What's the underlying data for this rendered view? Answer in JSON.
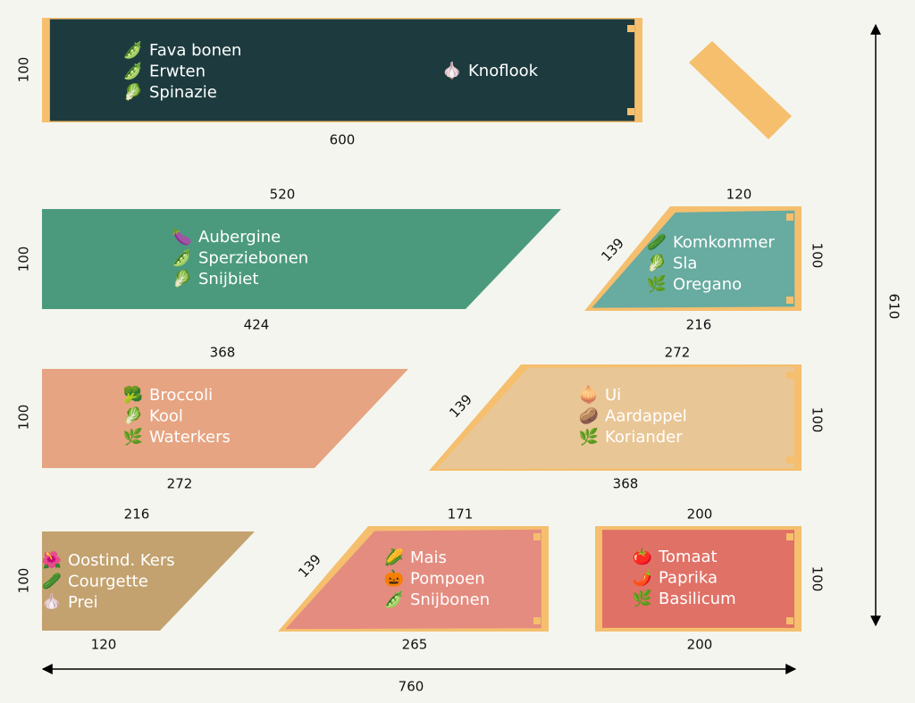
{
  "colors": {
    "background": "#f4f5ef",
    "frame": "#f5bf6e",
    "text": "#ffffff",
    "dimension": "#111111"
  },
  "beds": [
    {
      "id": "bed-1",
      "fill": "#1d3b3f",
      "framed": true,
      "dims": {
        "top": "",
        "bottom": "600",
        "left": "100",
        "right": "",
        "slope": ""
      },
      "groups": [
        {
          "plants": [
            {
              "icon": "peas-icon",
              "emoji": "🫛",
              "name": "Fava bonen"
            },
            {
              "icon": "peas-icon",
              "emoji": "🫛",
              "name": "Erwten"
            },
            {
              "icon": "leafy-green-icon",
              "emoji": "🥬",
              "name": "Spinazie"
            }
          ]
        },
        {
          "plants": [
            {
              "icon": "garlic-icon",
              "emoji": "🧄",
              "name": "Knoflook"
            }
          ]
        }
      ]
    },
    {
      "id": "bed-2",
      "fill": "#4b9a7e",
      "framed": false,
      "dims": {
        "top": "520",
        "bottom": "424",
        "left": "100",
        "right": "",
        "slope": ""
      },
      "groups": [
        {
          "plants": [
            {
              "icon": "eggplant-icon",
              "emoji": "🍆",
              "name": "Aubergine"
            },
            {
              "icon": "peas-icon",
              "emoji": "🫛",
              "name": "Sperziebonen"
            },
            {
              "icon": "leafy-green-icon",
              "emoji": "🥬",
              "name": "Snijbiet"
            }
          ]
        }
      ]
    },
    {
      "id": "bed-3",
      "fill": "#68aba0",
      "framed": true,
      "dims": {
        "top": "120",
        "bottom": "216",
        "left": "",
        "right": "100",
        "slope": "139"
      },
      "groups": [
        {
          "plants": [
            {
              "icon": "cucumber-icon",
              "emoji": "🥒",
              "name": "Komkommer"
            },
            {
              "icon": "leafy-green-icon",
              "emoji": "🥬",
              "name": "Sla"
            },
            {
              "icon": "herb-icon",
              "emoji": "🌿",
              "name": "Oregano"
            }
          ]
        }
      ]
    },
    {
      "id": "bed-4",
      "fill": "#e6a482",
      "framed": false,
      "dims": {
        "top": "368",
        "bottom": "272",
        "left": "100",
        "right": "",
        "slope": ""
      },
      "groups": [
        {
          "plants": [
            {
              "icon": "broccoli-icon",
              "emoji": "🥦",
              "name": "Broccoli"
            },
            {
              "icon": "leafy-green-icon",
              "emoji": "🥬",
              "name": "Kool"
            },
            {
              "icon": "herb-icon",
              "emoji": "🌿",
              "name": "Waterkers"
            }
          ]
        }
      ]
    },
    {
      "id": "bed-5",
      "fill": "#e9c696",
      "framed": true,
      "dims": {
        "top": "272",
        "bottom": "368",
        "left": "",
        "right": "100",
        "slope": "139"
      },
      "groups": [
        {
          "plants": [
            {
              "icon": "onion-icon",
              "emoji": "🧅",
              "name": "Ui"
            },
            {
              "icon": "potato-icon",
              "emoji": "🥔",
              "name": "Aardappel"
            },
            {
              "icon": "herb-icon",
              "emoji": "🌿",
              "name": "Koriander"
            }
          ]
        }
      ]
    },
    {
      "id": "bed-6",
      "fill": "#c3a26f",
      "framed": false,
      "dims": {
        "top": "216",
        "bottom": "120",
        "left": "100",
        "right": "",
        "slope": ""
      },
      "groups": [
        {
          "plants": [
            {
              "icon": "hibiscus-icon",
              "emoji": "🌺",
              "name": "Oostind. Kers"
            },
            {
              "icon": "zucchini-icon",
              "emoji": "🥒",
              "name": "Courgette"
            },
            {
              "icon": "leek-icon",
              "emoji": "🧄",
              "name": "Prei"
            }
          ]
        }
      ]
    },
    {
      "id": "bed-7",
      "fill": "#e48c80",
      "framed": true,
      "dims": {
        "top": "171",
        "bottom": "265",
        "left": "",
        "right": "",
        "slope": "139"
      },
      "groups": [
        {
          "plants": [
            {
              "icon": "corn-icon",
              "emoji": "🌽",
              "name": "Mais"
            },
            {
              "icon": "pumpkin-icon",
              "emoji": "🎃",
              "name": "Pompoen"
            },
            {
              "icon": "peas-icon",
              "emoji": "🫛",
              "name": "Snijbonen"
            }
          ]
        }
      ]
    },
    {
      "id": "bed-8",
      "fill": "#e07166",
      "framed": true,
      "dims": {
        "top": "200",
        "bottom": "200",
        "left": "",
        "right": "100",
        "slope": ""
      },
      "groups": [
        {
          "plants": [
            {
              "icon": "tomato-icon",
              "emoji": "🍅",
              "name": "Tomaat"
            },
            {
              "icon": "chili-icon",
              "emoji": "🌶️",
              "name": "Paprika"
            },
            {
              "icon": "herb-icon",
              "emoji": "🌿",
              "name": "Basilicum"
            }
          ]
        }
      ]
    }
  ],
  "overall": {
    "width": "760",
    "height": "610"
  }
}
